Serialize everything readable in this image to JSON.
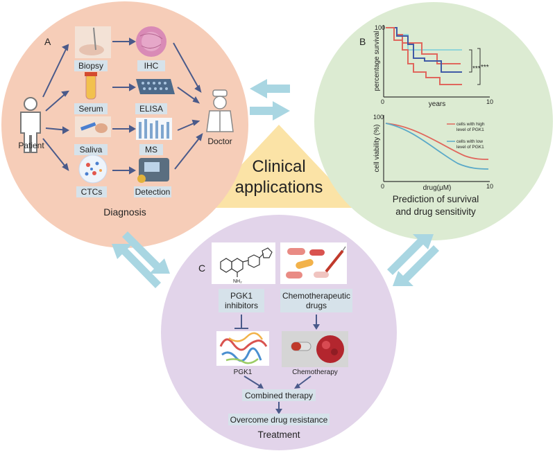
{
  "center": {
    "line1": "Clinical",
    "line2": "applications"
  },
  "panel_a": {
    "letter": "A",
    "title": "Diagnosis",
    "patient": "Patient",
    "doctor": "Doctor",
    "samples": [
      "Biopsy",
      "Serum",
      "Saliva",
      "CTCs"
    ],
    "methods": [
      "IHC",
      "ELISA",
      "MS",
      "Detection"
    ]
  },
  "panel_b": {
    "letter": "B",
    "title_line1": "Prediction of survival",
    "title_line2": "and drug sensitivity",
    "survival_chart": {
      "ylabel": "percentage survival",
      "xlabel": "years",
      "ytick_top": "100",
      "xtick_left": "0",
      "xtick_right": "10",
      "sig1": "***",
      "sig2": "***"
    },
    "viability_chart": {
      "ylabel": "cell viability (%)",
      "xlabel": "drug(μM)",
      "ytick_top": "100",
      "xtick_left": "0",
      "xtick_right": "10",
      "legend_high_1": "cells with high",
      "legend_high_2": "level of PGK1",
      "legend_low_1": "cells with low",
      "legend_low_2": "level of PGK1"
    }
  },
  "panel_c": {
    "letter": "C",
    "title": "Treatment",
    "inhibitor_1": "PGK1",
    "inhibitor_2": "inhibitors",
    "chemo_1": "Chemotherapeutic",
    "chemo_2": "drugs",
    "pgk1": "PGK1",
    "chemotherapy": "Chemotherapy",
    "combined": "Combined therapy",
    "overcome": "Overcome drug resistance",
    "nh2": "NH₂"
  },
  "colors": {
    "panel_a_bg": "#f6cdb8",
    "panel_b_bg": "#dcebd2",
    "panel_c_bg": "#e2d4ea",
    "triangle": "#fbe3a6",
    "double_arrow": "#a9d6e2",
    "high_pgk1": "#e0665c",
    "low_pgk1": "#5aa9c8",
    "arrow": "#4a5a8a"
  }
}
